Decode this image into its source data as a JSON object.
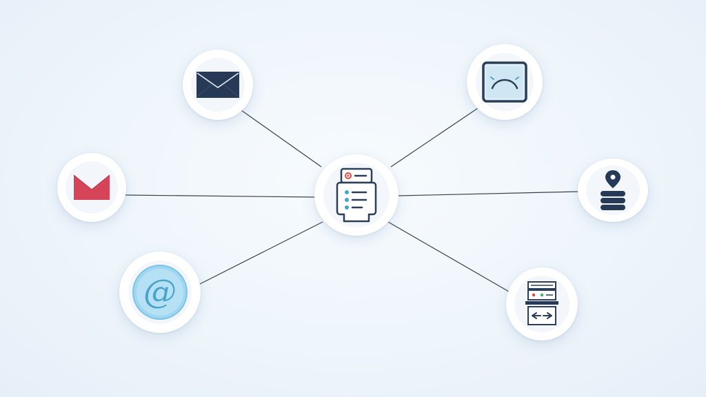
{
  "diagram": {
    "nodes": [
      {
        "id": "hub",
        "icon": "form-document-icon",
        "role": "center"
      },
      {
        "id": "envelope",
        "icon": "envelope-icon",
        "role": "satellite"
      },
      {
        "id": "gmail",
        "icon": "gmail-icon",
        "role": "satellite"
      },
      {
        "id": "at",
        "icon": "at-sign-icon",
        "role": "satellite"
      },
      {
        "id": "monitor",
        "icon": "monitor-smile-icon",
        "role": "satellite"
      },
      {
        "id": "database",
        "icon": "database-location-icon",
        "role": "satellite"
      },
      {
        "id": "server",
        "icon": "server-transfer-icon",
        "role": "satellite"
      }
    ],
    "edges": [
      {
        "from": "hub",
        "to": "envelope"
      },
      {
        "from": "hub",
        "to": "gmail"
      },
      {
        "from": "hub",
        "to": "at"
      },
      {
        "from": "hub",
        "to": "monitor"
      },
      {
        "from": "hub",
        "to": "database"
      },
      {
        "from": "hub",
        "to": "server"
      }
    ],
    "colors": {
      "line": "#3a3f47",
      "icon_dark": "#2c3e57",
      "gmail_red": "#d6445a",
      "at_blue": "#7cc3e8",
      "accent_blue": "#4aa3c9",
      "status_red": "#e0463f",
      "status_green": "#3fb36a"
    }
  }
}
